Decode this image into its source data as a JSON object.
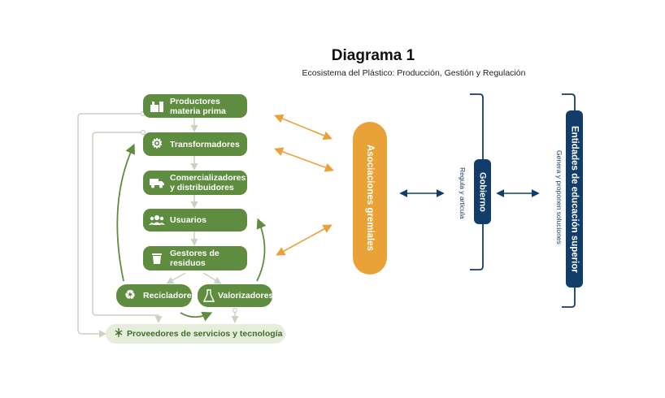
{
  "title": "Diagrama 1",
  "subtitle": "Ecosistema del Plástico: Producción, Gestión y Regulación",
  "nodes": {
    "productores": "Productores materia prima",
    "transformadores": "Transformadores",
    "comercializadores": "Comercializadores y distribuidores",
    "usuarios": "Usuarios",
    "gestores": "Gestores de residuos",
    "recicladores": "Recicladores",
    "valorizadores": "Valorizadores",
    "proveedores": "Proveedores de servicios y tecnología"
  },
  "asociaciones": "Asociaciones gremiales",
  "gobierno": {
    "label": "Gobierno",
    "note": "Regula y articula"
  },
  "educacion": {
    "label": "Entidades de educación superior",
    "note": "Genera y proponen soluciones"
  },
  "colors": {
    "green": "#5e8d3f",
    "light_green": "#e6eedb",
    "orange": "#e9a238",
    "navy": "#123d6b",
    "gray": "#c9d3c2"
  }
}
